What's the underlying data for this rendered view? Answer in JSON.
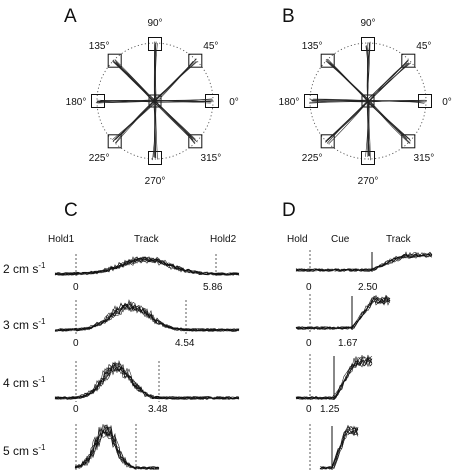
{
  "panels": {
    "A": {
      "letter": "A"
    },
    "B": {
      "letter": "B"
    },
    "C": {
      "letter": "C"
    },
    "D": {
      "letter": "D"
    }
  },
  "directions": [
    {
      "angle": 90,
      "label": "90°"
    },
    {
      "angle": 45,
      "label": "45°"
    },
    {
      "angle": 0,
      "label": "0°"
    },
    {
      "angle": 315,
      "label": "315°"
    },
    {
      "angle": 270,
      "label": "270°"
    },
    {
      "angle": 225,
      "label": "225°"
    },
    {
      "angle": 180,
      "label": "180°"
    },
    {
      "angle": 135,
      "label": "135°"
    }
  ],
  "panel_c": {
    "phases": {
      "start": "Hold1",
      "middle": "Track",
      "end": "Hold2"
    },
    "rows": [
      {
        "speed": "2 cm s",
        "sup": "-1",
        "start_tick": "0",
        "end_tick": "5.86"
      },
      {
        "speed": "3 cm s",
        "sup": "-1",
        "start_tick": "0",
        "end_tick": "4.54"
      },
      {
        "speed": "4 cm s",
        "sup": "-1",
        "start_tick": "0",
        "end_tick": "3.48"
      },
      {
        "speed": "5 cm s",
        "sup": "-1",
        "start_tick": "",
        "end_tick": ""
      }
    ]
  },
  "panel_d": {
    "phases": {
      "start": "Hold",
      "middle": "Cue",
      "end": "Track"
    },
    "rows": [
      {
        "start_tick": "0",
        "end_tick": "2.50"
      },
      {
        "start_tick": "0",
        "end_tick": "1.67"
      },
      {
        "start_tick": "0",
        "end_tick": "1.25"
      },
      {
        "start_tick": "",
        "end_tick": ""
      }
    ]
  }
}
